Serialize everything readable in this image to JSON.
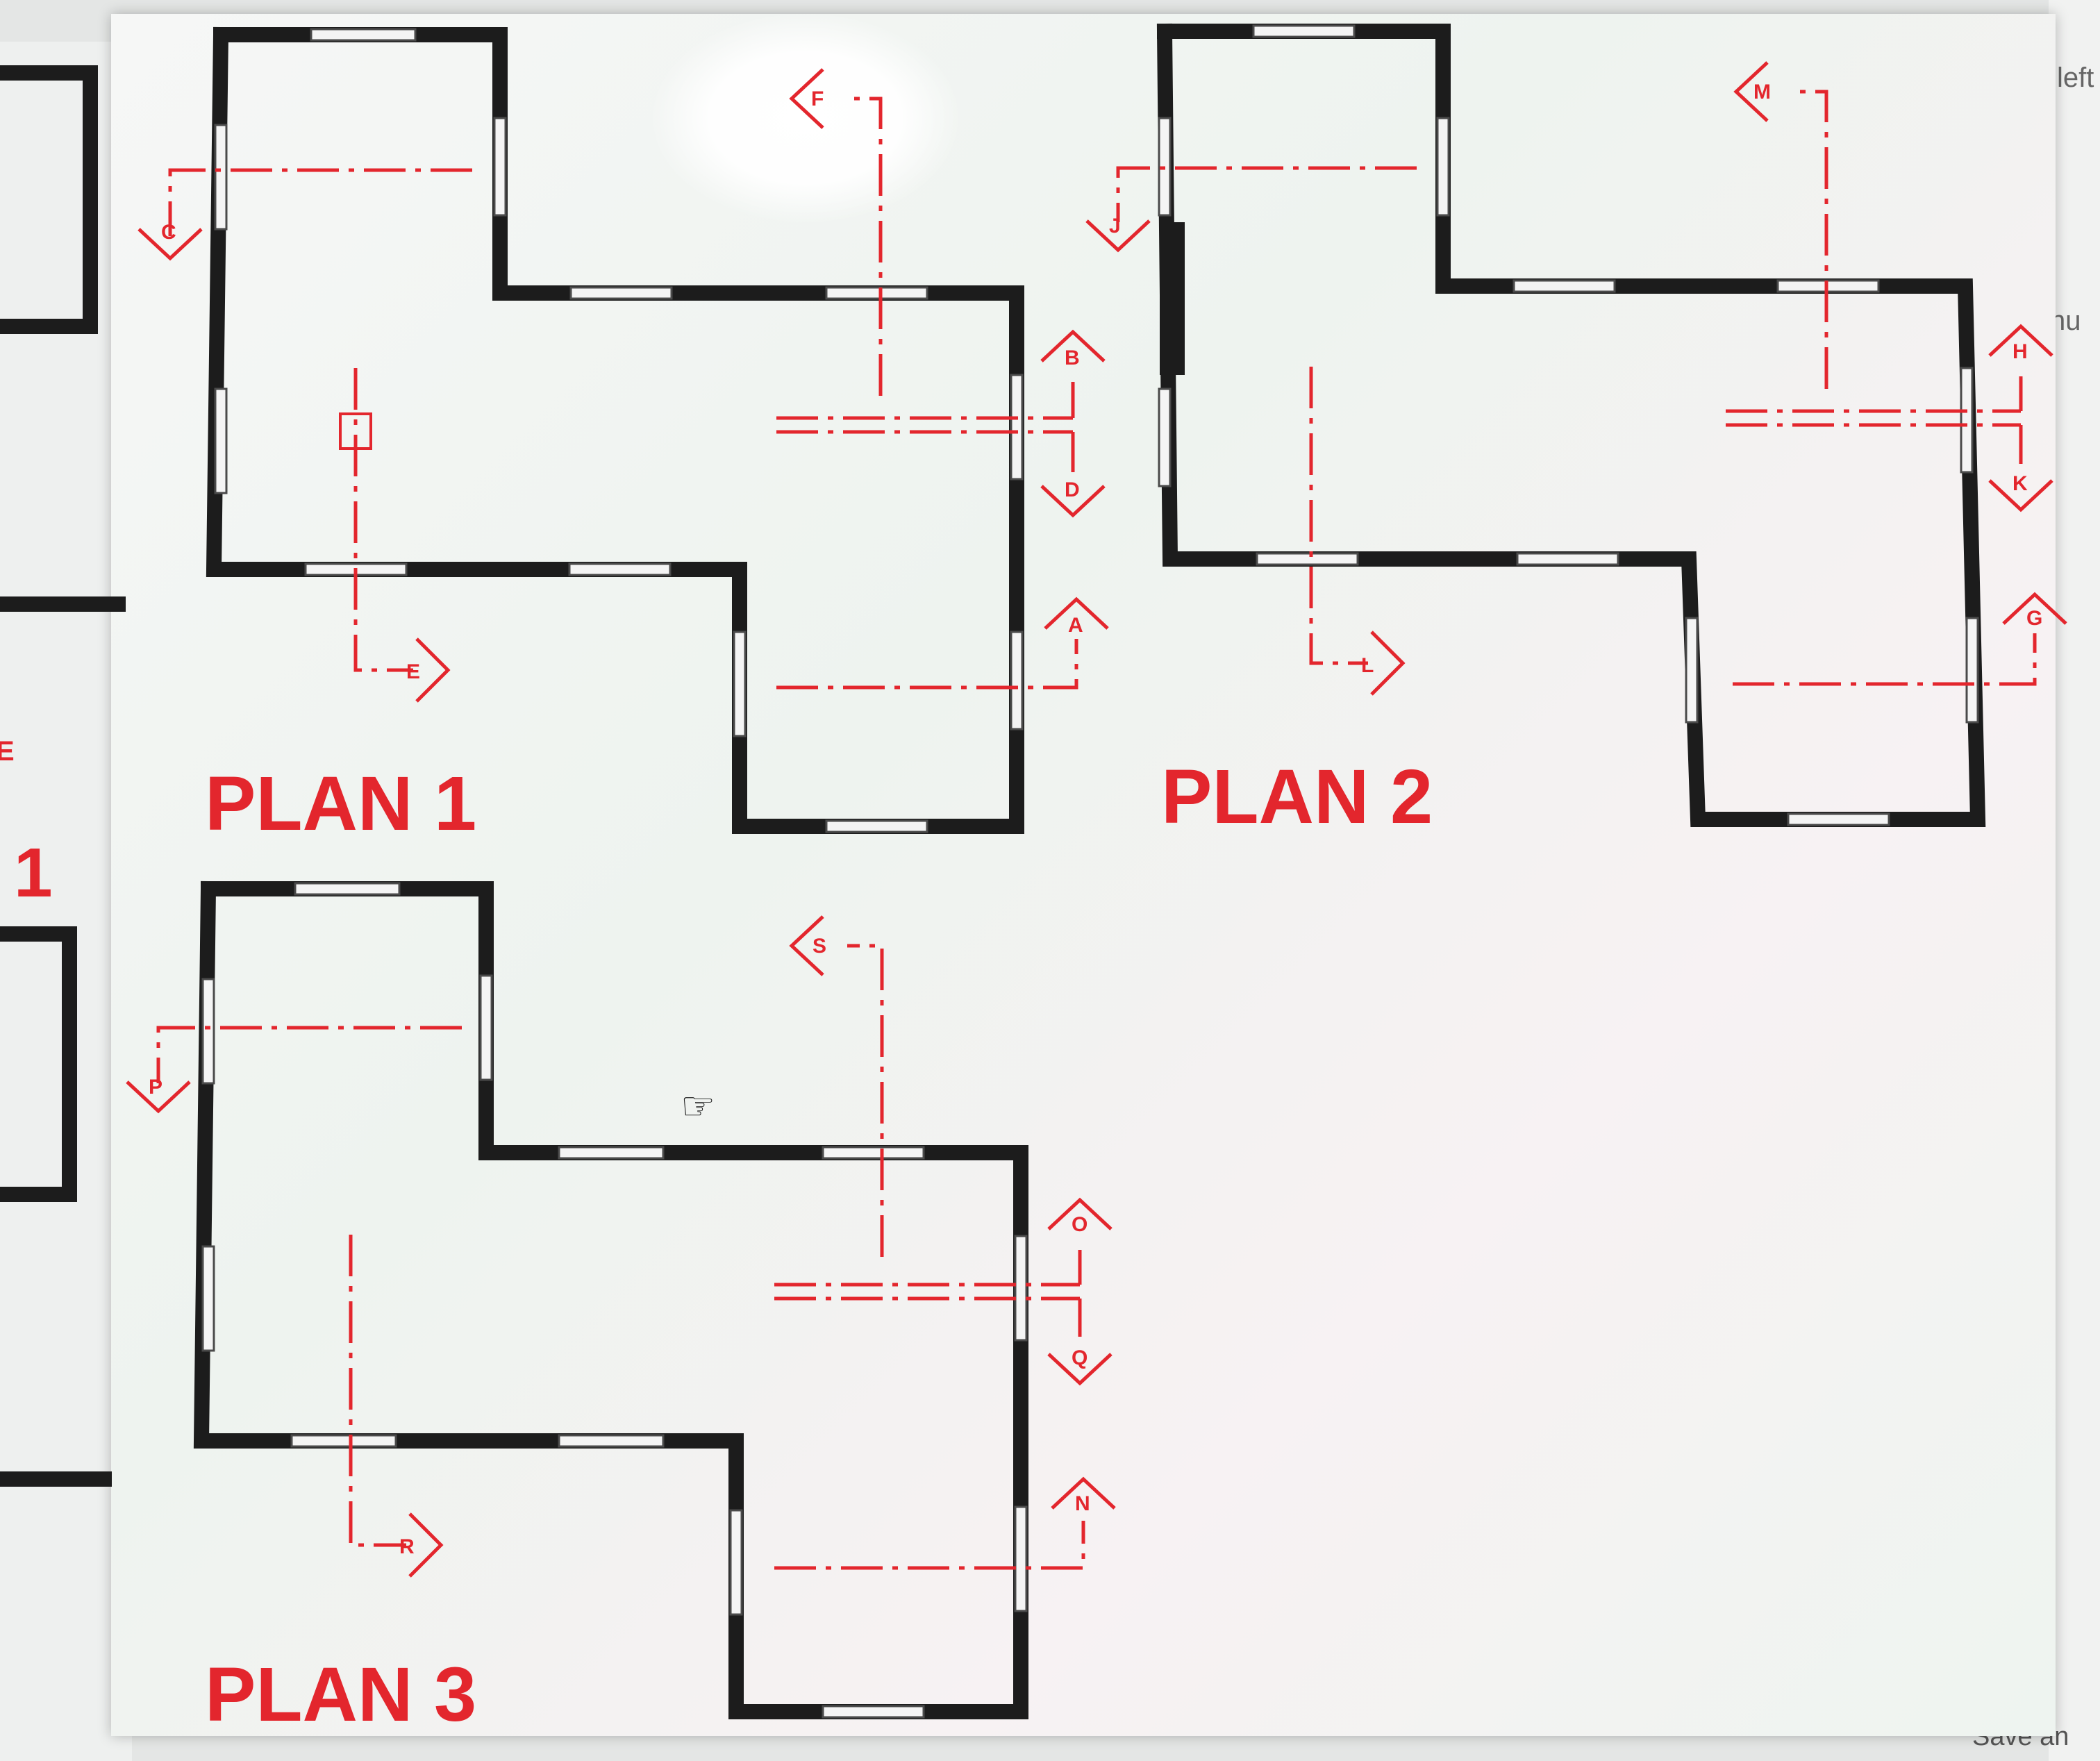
{
  "plans": [
    {
      "title": "PLAN 1",
      "sections": [
        "A",
        "B",
        "C",
        "D",
        "E",
        "F"
      ]
    },
    {
      "title": "PLAN 2",
      "sections": [
        "G",
        "H",
        "J",
        "K",
        "L",
        "M"
      ]
    },
    {
      "title": "PLAN 3",
      "sections": [
        "N",
        "O",
        "P",
        "Q",
        "R",
        "S"
      ]
    }
  ],
  "background": {
    "left_plan_number": "1",
    "left_marker": "E",
    "right_text_top": "left",
    "right_text_mid": "nu",
    "bottom_right_text": "Save an"
  },
  "colors": {
    "section_lines": "#e3262d",
    "walls": "#1c1c1c"
  },
  "cursor_icon": "hand-pointer-icon"
}
